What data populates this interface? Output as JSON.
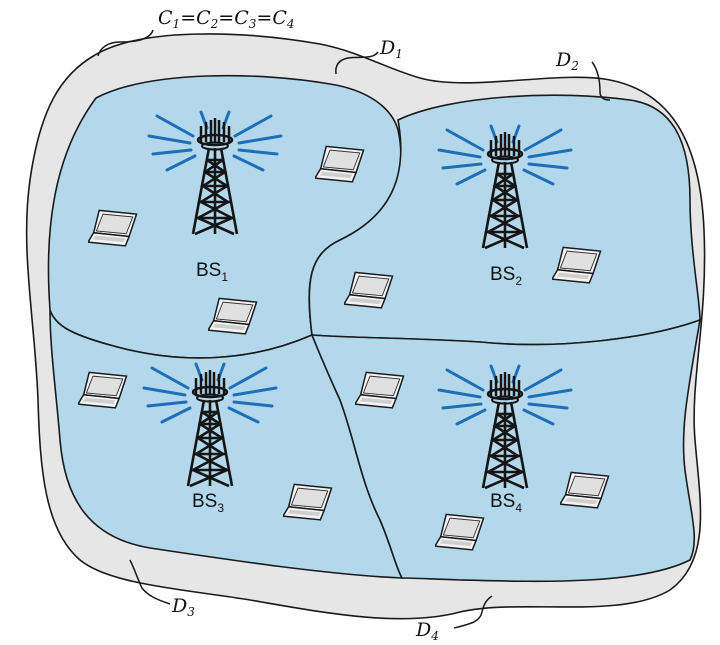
{
  "colors": {
    "outer_region": "#e6e6e6",
    "cell_fill": "#b3d8ec",
    "outline": "#1a1a1a",
    "beam": "#1f6fb8",
    "tower": "#151515",
    "laptop_body": "#f4f4f4",
    "laptop_screen": "#e0e0e0"
  },
  "labels": {
    "top_equation": {
      "c1": "C",
      "c1_sub": "1",
      "eq": "=",
      "c2": "C",
      "c2_sub": "2",
      "c3": "C",
      "c3_sub": "3",
      "c4": "C",
      "c4_sub": "4"
    },
    "d1": {
      "main": "D",
      "sub": "1"
    },
    "d2": {
      "main": "D",
      "sub": "2"
    },
    "d3": {
      "main": "D",
      "sub": "3"
    },
    "d4": {
      "main": "D",
      "sub": "4"
    },
    "bs1": {
      "main": "BS",
      "sub": "1"
    },
    "bs2": {
      "main": "BS",
      "sub": "2"
    },
    "bs3": {
      "main": "BS",
      "sub": "3"
    },
    "bs4": {
      "main": "BS",
      "sub": "4"
    }
  },
  "icons": {
    "tower": "cell-tower-icon",
    "laptop": "laptop-icon"
  }
}
